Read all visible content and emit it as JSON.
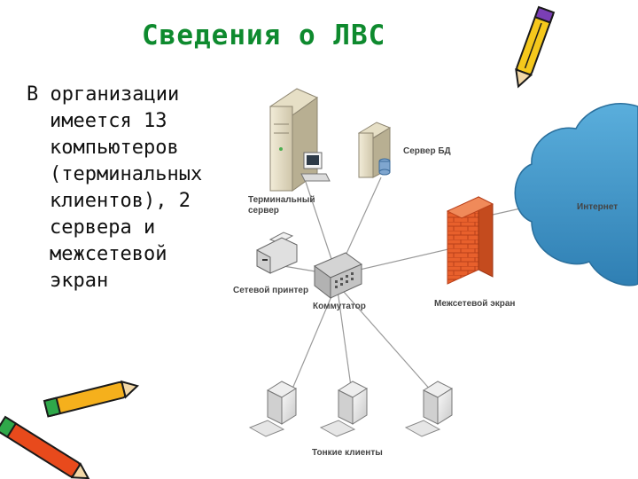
{
  "slide": {
    "title": "Сведения о ЛВС",
    "body_lines": [
      "В организации",
      "имеется 13",
      "компьютеров",
      "(терминальных",
      "клиентов), 2",
      "сервера и",
      "межсетевой",
      "экран"
    ]
  },
  "diagram": {
    "labels": {
      "terminal_server": [
        "Терминальный",
        "сервер"
      ],
      "db_server": "Сервер БД",
      "internet": "Интернет",
      "printer": "Сетевой принтер",
      "switch": "Коммутатор",
      "firewall": "Межсетевой экран",
      "thin_clients": "Тонкие клиенты"
    }
  },
  "colors": {
    "title": "#0e8a2e",
    "cloud": "#3f93c4",
    "firewall": "#e8602c",
    "links": "#9a9a9a"
  },
  "icons": [
    "pencil-icon",
    "pencil-icon",
    "pencil-icon",
    "server-icon",
    "printer-icon",
    "switch-icon",
    "firewall-icon",
    "cloud-icon",
    "thin-client-icon"
  ]
}
